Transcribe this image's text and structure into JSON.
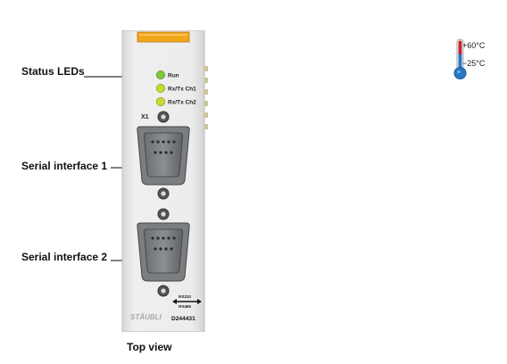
{
  "callouts": {
    "status_leds": "Status LEDs",
    "serial_1": "Serial interface 1",
    "serial_2": "Serial interface 2"
  },
  "leds": [
    {
      "label": "Run",
      "color": "#7ecb3a"
    },
    {
      "label": "Rx/Tx Ch1",
      "color": "#c9da2e"
    },
    {
      "label": "Rx/Tx Ch2",
      "color": "#c9da2e"
    }
  ],
  "device": {
    "connector_label": "X1",
    "mode_top": "RS232",
    "mode_bottom": "RS485",
    "brand": "STÄUBLI",
    "part_number": "D244431",
    "body_color": "#e9e9e9",
    "tab_color": "#f3a51b"
  },
  "caption": "Top view",
  "temperature": {
    "max": "+60°C",
    "min": "−25°C"
  }
}
